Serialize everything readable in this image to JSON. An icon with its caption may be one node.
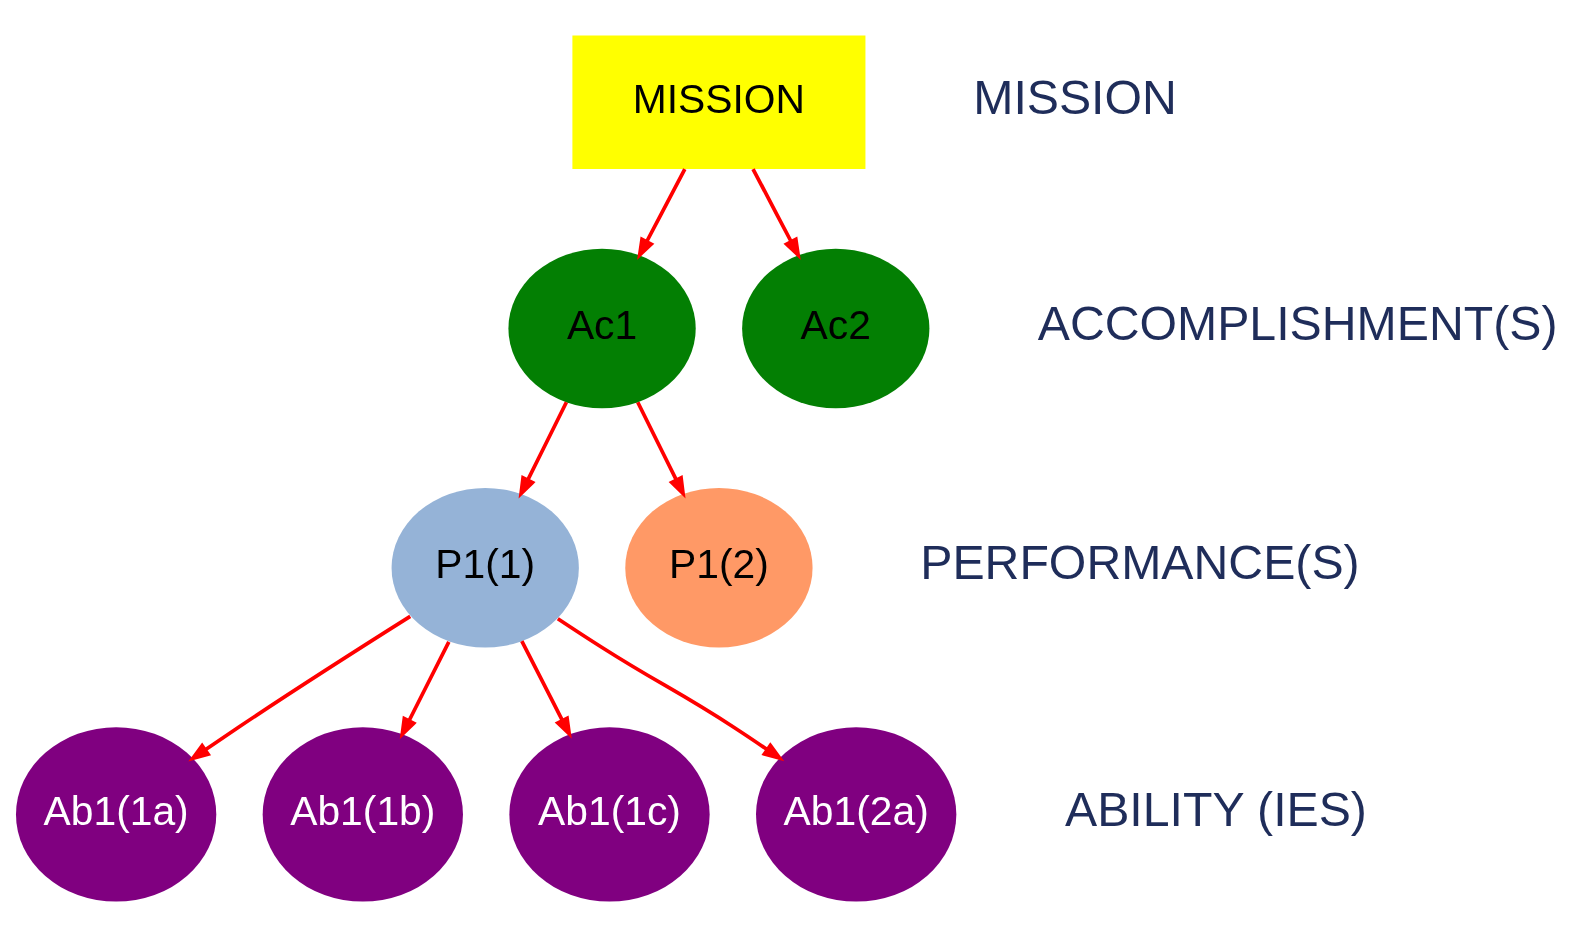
{
  "diagram": {
    "nodes": [
      {
        "text": [
          "MISSION"
        ]
      },
      {
        "text": [
          "Ac1"
        ]
      },
      {
        "text": [
          "Ac2"
        ]
      },
      {
        "text": [
          "P1(1)"
        ]
      },
      {
        "text": [
          "P1(2)"
        ]
      },
      {
        "text": [
          "Ab1(1a)"
        ]
      },
      {
        "text": [
          "Ab1(1b)"
        ]
      },
      {
        "text": [
          "Ab1(1c)"
        ]
      },
      {
        "text": [
          "Ab1(2a)"
        ]
      }
    ],
    "edges": [
      {
        "from": 0,
        "to": 1,
        "arrow": "to"
      },
      {
        "from": 0,
        "to": 2,
        "arrow": "to"
      },
      {
        "from": 1,
        "to": 3,
        "arrow": "to"
      },
      {
        "from": 1,
        "to": 4,
        "arrow": "to"
      },
      {
        "from": 3,
        "to": 5,
        "arrow": "to"
      },
      {
        "from": 3,
        "to": 6,
        "arrow": "to"
      },
      {
        "from": 3,
        "to": 7,
        "arrow": "to"
      },
      {
        "from": 3,
        "to": 8,
        "arrow": "to"
      }
    ],
    "labels": [
      "MISSION",
      "ACCOMPLISHMENT(S)",
      "PERFORMANCE(S)",
      "ABILITY (IES)"
    ]
  }
}
